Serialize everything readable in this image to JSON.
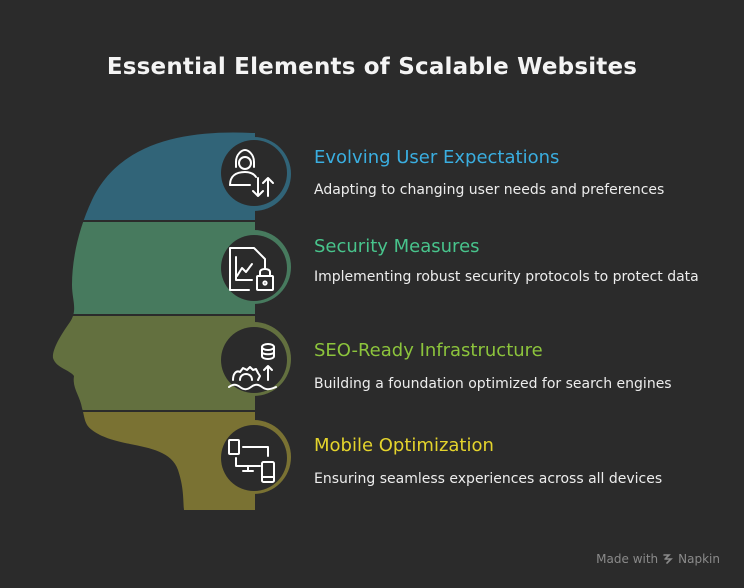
{
  "title": "Essential Elements of Scalable Websites",
  "colors": {
    "background": "#2b2b2b",
    "band_1": "#316478",
    "band_2": "#477a5e",
    "band_3": "#63703f",
    "band_4": "#7a7233",
    "icon_circle": "#2b2b2b"
  },
  "items": [
    {
      "heading": "Evolving User Expectations",
      "description": "Adapting to changing user needs and preferences",
      "color": "#3aaee0",
      "icon": "user-arrows-icon"
    },
    {
      "heading": "Security Measures",
      "description": "Implementing robust security protocols to protect data",
      "color": "#48c48c",
      "icon": "chart-document-lock-icon"
    },
    {
      "heading": "SEO-Ready Infrastructure",
      "description": "Building a foundation optimized for search engines",
      "color": "#8cc43c",
      "icon": "gear-database-icon"
    },
    {
      "heading": "Mobile Optimization",
      "description": "Ensuring seamless experiences across all devices",
      "color": "#e4d42c",
      "icon": "devices-icon"
    }
  ],
  "watermark": {
    "prefix": "Made with",
    "brand": "Napkin"
  }
}
